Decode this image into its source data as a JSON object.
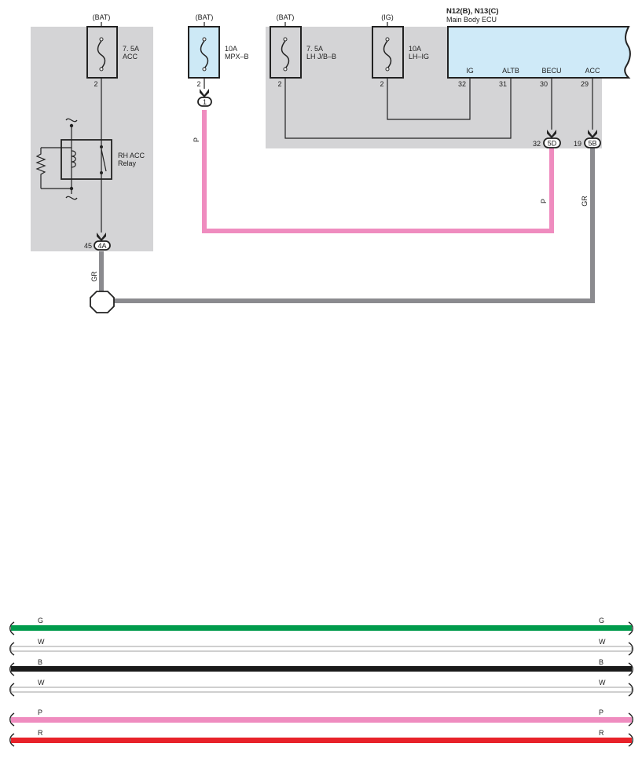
{
  "colors": {
    "panel": "#d4d4d6",
    "fuse_fill": "#cde9f6",
    "ecu_fill": "#cfeaf8",
    "wire_p": "#ef8cbf",
    "wire_gr": "#8b8b8f",
    "wire_g": "#009b4c",
    "wire_w": "#ffffff",
    "wire_b": "#1a1a1a",
    "wire_r": "#e8222a"
  },
  "fuses": {
    "acc": {
      "source": "(BAT)",
      "rating": "7. 5A",
      "name": "ACC",
      "pin": "2"
    },
    "mpxb": {
      "source": "(BAT)",
      "rating": "10A",
      "name": "MPX–B",
      "pin": "2"
    },
    "lhjb": {
      "source": "(BAT)",
      "rating": "7. 5A",
      "name": "LH J/B–B",
      "pin": "2"
    },
    "lhig": {
      "source": "(IG)",
      "rating": "10A",
      "name": "LH–IG",
      "pin": "2"
    }
  },
  "relay": {
    "name": "RH ACC",
    "sub": "Relay"
  },
  "ecu": {
    "code": "N12(B), N13(C)",
    "name": "Main Body ECU",
    "terminals": [
      {
        "label": "IG",
        "pin": "32"
      },
      {
        "label": "ALTB",
        "pin": "31"
      },
      {
        "label": "BECU",
        "pin": "30"
      },
      {
        "label": "ACC",
        "pin": "29"
      }
    ]
  },
  "connectors": {
    "c4a": {
      "pin": "45",
      "id": "4A"
    },
    "c1": {
      "id": "1"
    },
    "c5d": {
      "pin": "32",
      "id": "5D"
    },
    "c5b": {
      "pin": "19",
      "id": "5B"
    }
  },
  "wire_labels": {
    "mpx_p": "P",
    "becu_p": "P",
    "acc_gr": "GR",
    "relay_gr": "GR"
  },
  "legend": [
    {
      "code": "G",
      "color_key": "wire_g"
    },
    {
      "code": "W",
      "color_key": "wire_w"
    },
    {
      "code": "B",
      "color_key": "wire_b"
    },
    {
      "code": "W",
      "color_key": "wire_w"
    },
    {
      "code": "P",
      "color_key": "wire_p"
    },
    {
      "code": "R",
      "color_key": "wire_r"
    }
  ]
}
